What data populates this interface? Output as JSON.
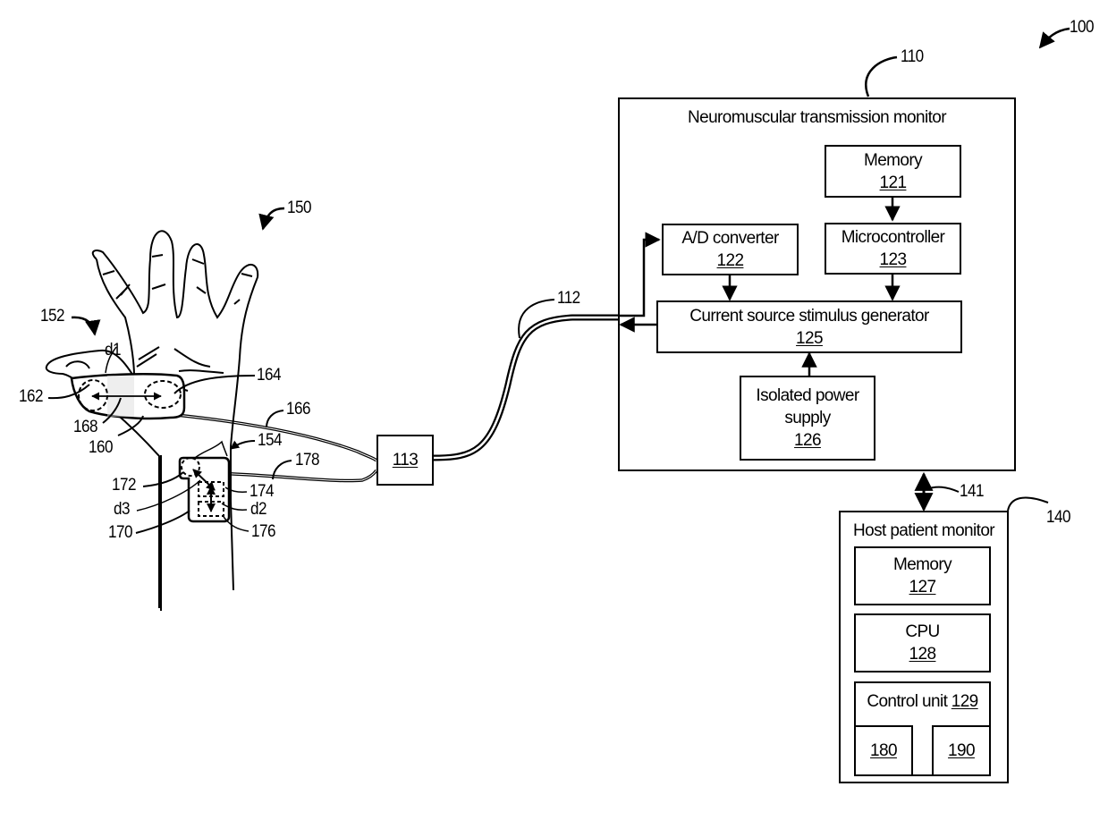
{
  "figure": {
    "system_ref": "100",
    "nmt_monitor": {
      "ref": "110",
      "title": "Neuromuscular transmission monitor",
      "blocks": {
        "memory": {
          "label": "Memory",
          "ref": "121"
        },
        "ad_converter": {
          "label": "A/D converter",
          "ref": "122"
        },
        "microcontroller": {
          "label": "Microcontroller",
          "ref": "123"
        },
        "stimulus_generator": {
          "label": "Current source stimulus generator",
          "ref": "125"
        },
        "power_supply": {
          "label_line1": "Isolated power",
          "label_line2": "supply",
          "ref": "126"
        }
      }
    },
    "cable": {
      "ref": "112"
    },
    "connector": {
      "ref": "113"
    },
    "link": {
      "ref": "141"
    },
    "host_monitor": {
      "ref": "140",
      "title": "Host patient monitor",
      "blocks": {
        "memory": {
          "label": "Memory",
          "ref": "127"
        },
        "cpu": {
          "label": "CPU",
          "ref": "128"
        },
        "control_unit": {
          "label": "Control unit",
          "ref": "129"
        },
        "sub_a": {
          "ref": "180"
        },
        "sub_b": {
          "ref": "190"
        }
      }
    },
    "hand": {
      "ref": "150",
      "thumb_ref": "152",
      "wrist_ref": "154",
      "thumb_sensor": {
        "ref": "160",
        "electrode_a": "162",
        "electrode_b": "164",
        "lead": "166",
        "flex": "168",
        "distance": "d1"
      },
      "wrist_sensor": {
        "ref": "170",
        "electrode_a": "172",
        "electrode_b": "174",
        "electrode_c": "176",
        "lead": "178",
        "distance_2": "d2",
        "distance_3": "d3"
      }
    }
  }
}
